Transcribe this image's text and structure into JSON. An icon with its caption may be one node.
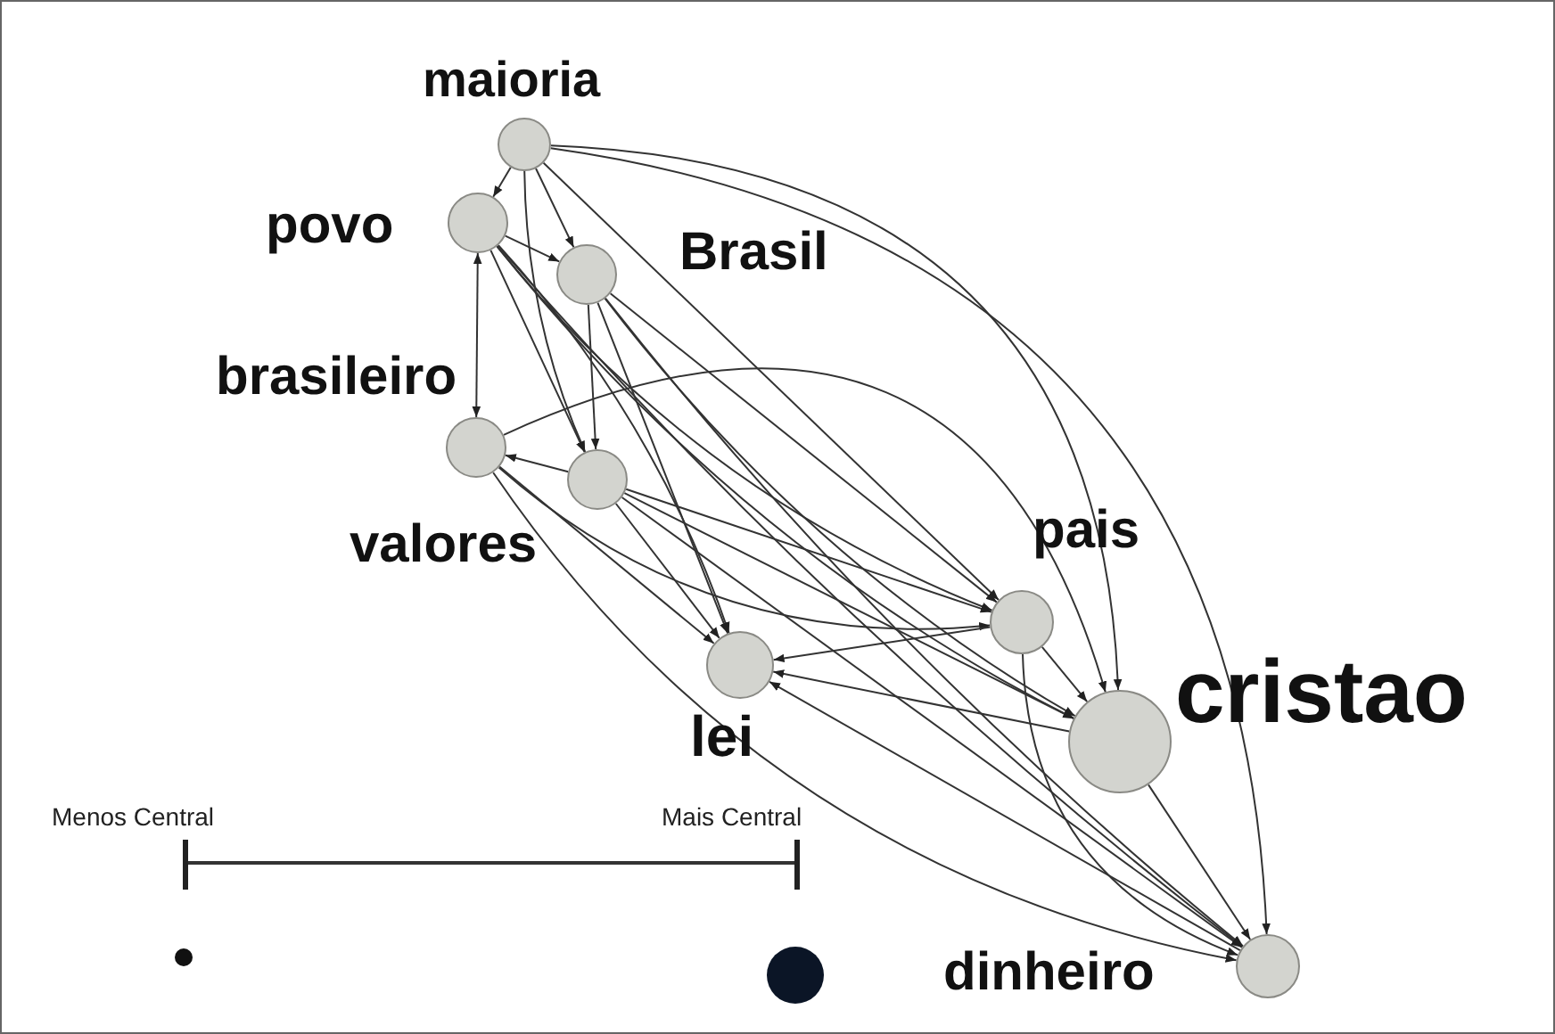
{
  "diagram": {
    "nodes": [
      {
        "text": [],
        "shape": "circle",
        "beside": [
          "maioria"
        ]
      },
      {
        "text": [],
        "shape": "circle",
        "beside": [
          "povo"
        ]
      },
      {
        "text": [],
        "shape": "circle",
        "beside": [
          "Brasil"
        ]
      },
      {
        "text": [],
        "shape": "circle",
        "beside": [
          "brasileiro"
        ]
      },
      {
        "text": [],
        "shape": "circle",
        "beside": [
          "valores"
        ]
      },
      {
        "text": [],
        "shape": "circle",
        "beside": [
          "pais"
        ]
      },
      {
        "text": [],
        "shape": "circle",
        "beside": [
          "lei"
        ]
      },
      {
        "text": [],
        "shape": "circle",
        "beside": [
          "cristao"
        ]
      },
      {
        "text": [],
        "shape": "circle",
        "beside": [
          "dinheiro"
        ]
      }
    ],
    "edges": [
      {
        "from": 0,
        "to": 1,
        "arrow": "to"
      },
      {
        "from": 0,
        "to": 2,
        "arrow": "to"
      },
      {
        "from": 0,
        "to": 4,
        "arrow": "to"
      },
      {
        "from": 0,
        "to": 5,
        "arrow": "to"
      },
      {
        "from": 0,
        "to": 7,
        "arrow": "to"
      },
      {
        "from": 0,
        "to": 8,
        "arrow": "to"
      },
      {
        "from": 1,
        "to": 2,
        "arrow": "to"
      },
      {
        "from": 1,
        "to": 3,
        "arrow": "both"
      },
      {
        "from": 1,
        "to": 4,
        "arrow": "to"
      },
      {
        "from": 1,
        "to": 6,
        "arrow": "to"
      },
      {
        "from": 1,
        "to": 5,
        "arrow": "to"
      },
      {
        "from": 1,
        "to": 7,
        "arrow": "to"
      },
      {
        "from": 1,
        "to": 8,
        "arrow": "to"
      },
      {
        "from": 2,
        "to": 4,
        "arrow": "to"
      },
      {
        "from": 2,
        "to": 6,
        "arrow": "to"
      },
      {
        "from": 2,
        "to": 5,
        "arrow": "to"
      },
      {
        "from": 2,
        "to": 7,
        "arrow": "to"
      },
      {
        "from": 2,
        "to": 8,
        "arrow": "to"
      },
      {
        "from": 4,
        "to": 3,
        "arrow": "to"
      },
      {
        "from": 3,
        "to": 6,
        "arrow": "to"
      },
      {
        "from": 3,
        "to": 5,
        "arrow": "to"
      },
      {
        "from": 3,
        "to": 7,
        "arrow": "to"
      },
      {
        "from": 3,
        "to": 8,
        "arrow": "to"
      },
      {
        "from": 4,
        "to": 6,
        "arrow": "to"
      },
      {
        "from": 4,
        "to": 5,
        "arrow": "to"
      },
      {
        "from": 4,
        "to": 7,
        "arrow": "to"
      },
      {
        "from": 4,
        "to": 8,
        "arrow": "to"
      },
      {
        "from": 5,
        "to": 6,
        "arrow": "to"
      },
      {
        "from": 7,
        "to": 6,
        "arrow": "to"
      },
      {
        "from": 8,
        "to": 6,
        "arrow": "to"
      },
      {
        "from": 5,
        "to": 7,
        "arrow": "to"
      },
      {
        "from": 5,
        "to": 8,
        "arrow": "to"
      },
      {
        "from": 7,
        "to": 8,
        "arrow": "to"
      }
    ],
    "labels": [
      "Menos Central",
      "Mais Central"
    ]
  }
}
